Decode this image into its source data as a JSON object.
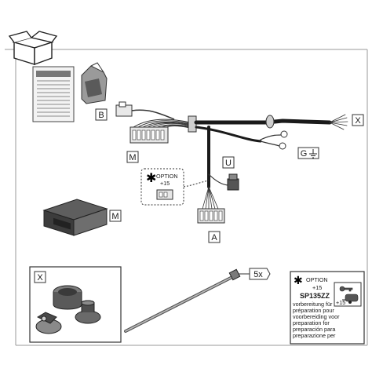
{
  "labels": {
    "b": "B",
    "m_harness": "M",
    "m_module": "M",
    "u": "U",
    "a": "A",
    "x_harness": "X",
    "x_kit": "X",
    "g": "G"
  },
  "option_callout": {
    "line1": "OPTION",
    "line2": "+15"
  },
  "tie_count": "5x",
  "info_box": {
    "option": "OPTION",
    "plus15": "+15",
    "part_number": "SP135ZZ",
    "lines": [
      "vorbereitung für",
      "préparation pour",
      "voorbereiding voor",
      "preparation for",
      "preparación para",
      "preparazione per"
    ],
    "icon_label": "+15"
  },
  "icons": [
    "box-icon",
    "asterisk-icon",
    "ground-icon",
    "key-icon",
    "caravan-icon"
  ]
}
